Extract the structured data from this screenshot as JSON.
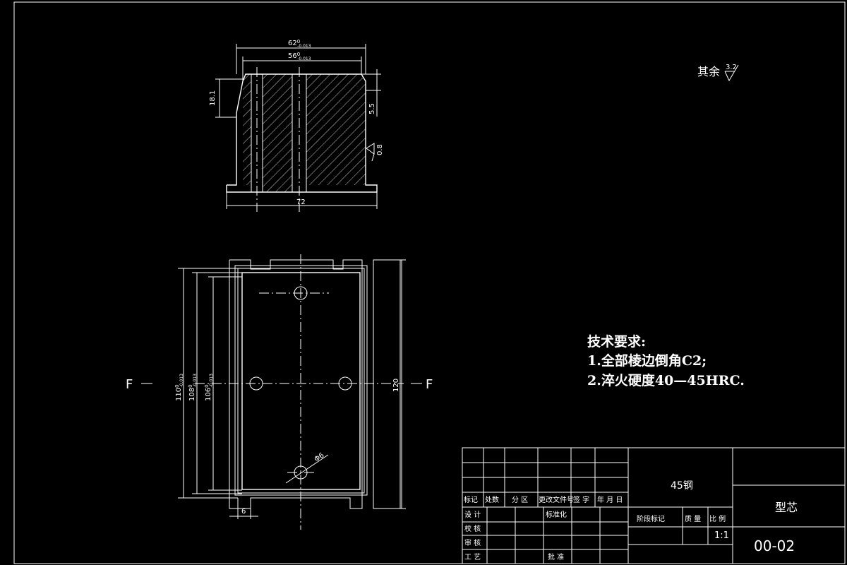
{
  "section_view": {
    "dim_top_outer": "62",
    "dim_top_outer_tol": "-0.013",
    "dim_top_outer_sup": "0",
    "dim_top_inner": "56",
    "dim_top_inner_tol": "-0.013",
    "dim_top_inner_sup": "0",
    "dim_left_height": "18.1",
    "dim_right_small": "5.5",
    "roughness_side": "0.8",
    "dim_bottom": "72"
  },
  "roughness_note": {
    "label": "其余",
    "value": "3.2"
  },
  "plan_view": {
    "section_mark_left": "F",
    "section_mark_right": "F",
    "dim_110": "110",
    "dim_110_tol": "-0.013",
    "dim_110_sup": "0",
    "dim_108": "108",
    "dim_108_tol": "-0.013",
    "dim_108_sup": "0",
    "dim_106": "106",
    "dim_106_tol": "-0.013",
    "dim_106_sup": "0",
    "dim_120": "120",
    "dim_6": "6",
    "dim_hole": "Φ6"
  },
  "tech_requirements": {
    "title": "技术要求:",
    "item1": "1.全部棱边倒角C2;",
    "item2": "2.淬火硬度40—45HRC."
  },
  "title_block": {
    "material": "45钢",
    "part_name": "型芯",
    "drawing_no": "00-02",
    "scale": "1:1",
    "h_mark": "标记",
    "h_count": "处数",
    "h_zone": "分 区",
    "h_doc": "更改文件号",
    "h_sign": "签 字",
    "h_month": "年 月 日",
    "r_design": "设 计",
    "r_std": "标准化",
    "r_check": "校 核",
    "r_review": "审 核",
    "r_process": "工 艺",
    "r_approve": "批 准",
    "h_stage": "阶段标记",
    "h_weight": "质 量",
    "h_scale": "比 例"
  }
}
